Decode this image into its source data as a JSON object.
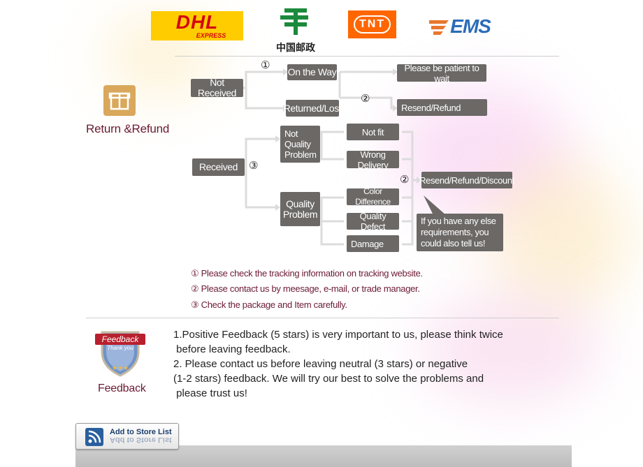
{
  "carriers": {
    "dhl": {
      "name": "DHL",
      "sub": "EXPRESS"
    },
    "china_post": {
      "name": "中国邮政"
    },
    "tnt": {
      "name": "TNT"
    },
    "ems": {
      "name": "EMS"
    }
  },
  "return_refund": {
    "label": "Return &Refund"
  },
  "flow": {
    "not_received": "Not Received",
    "on_the_way": "On the Way",
    "returned_lost": "Returned/Lost",
    "be_patient": "Please be patient to wait",
    "resend_refund": "Resend/Refund",
    "received": "Received",
    "not_quality_problem": "Not Quality Problem",
    "quality_problem": "Quality Problem",
    "not_fit": "Not fit",
    "wrong_delivery": "Wrong Delivery",
    "color_difference": "Color Difference",
    "quality_defect": "Quality Defect",
    "damage": "Damage",
    "resend_refund_discount": "Resend/Refund/Discount",
    "bubble": "If you have any else requirements, you could also tell us!",
    "marker1": "①",
    "marker2": "②",
    "marker3": "③"
  },
  "notes": [
    "① Please check the tracking information on tracking website.",
    "② Please contact us by meesage, e-mail, or trade manager.",
    "③ Check the package and Item carefully."
  ],
  "feedback": {
    "label": "Feedback",
    "badge_title": "Feedback",
    "badge_sub": "Thank you",
    "lines": [
      "1.Positive Feedback (5 stars) is very important to us, please think twice",
      " before leaving feedback.",
      "2. Please contact us before leaving neutral (3 stars) or negative",
      "(1-2 stars) feedback. We will try our best to solve the problems and",
      " please trust us!"
    ]
  },
  "store": {
    "button_label": "Add to Store List"
  },
  "colors": {
    "box": "#6b6866",
    "maroon": "#6b1a33",
    "dhl_yellow": "#ffcc00",
    "dhl_red": "#d40511",
    "tnt_orange": "#ff6600",
    "ems_blue": "#2b6cb8",
    "post_green": "#1b8a3c"
  }
}
